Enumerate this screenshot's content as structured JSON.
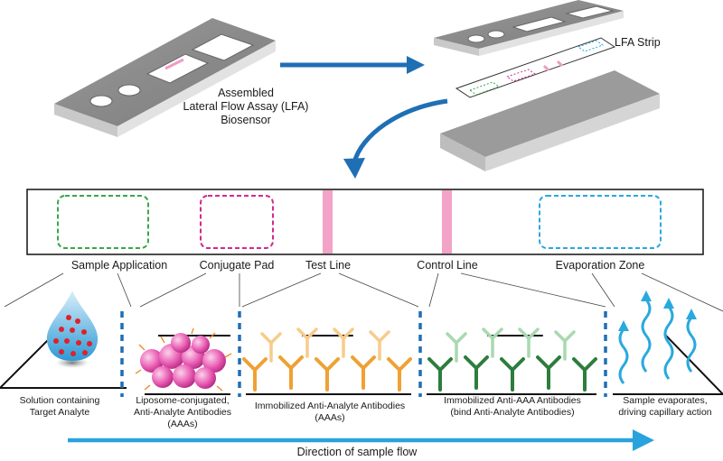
{
  "top": {
    "assembled_label": [
      "Assembled",
      "Lateral Flow Assay (LFA)",
      "Biosensor"
    ],
    "strip_label": "LFA Strip"
  },
  "strip_zones": {
    "sample_application": "Sample Application",
    "conjugate_pad": "Conjugate Pad",
    "test_line": "Test Line",
    "control_line": "Control Line",
    "evaporation_zone": "Evaporation Zone"
  },
  "details": {
    "solution": [
      "Solution containing",
      "Target Analyte"
    ],
    "liposome": [
      "Liposome-conjugated,",
      "Anti-Analyte Antibodies",
      "(AAAs)"
    ],
    "immobilized_aaa": [
      "Immobilized Anti-Analyte Antibodies",
      "(AAAs)"
    ],
    "immobilized_anti_aaa": [
      "Immobilized Anti-AAA Antibodies",
      "(bind Anti-Analyte Antibodies)"
    ],
    "evaporates": [
      "Sample evaporates,",
      "driving capillary action"
    ]
  },
  "flow_label": "Direction of sample flow",
  "colors": {
    "arrow_blue": "#1f6fb5",
    "flow_blue": "#29a3dd",
    "green": "#3aa64a",
    "magenta": "#d12a8f",
    "pink_line": "#f3a3c7",
    "cyan": "#29a9dd",
    "orange": "#f0a030",
    "dark_green": "#2e7d3e"
  }
}
